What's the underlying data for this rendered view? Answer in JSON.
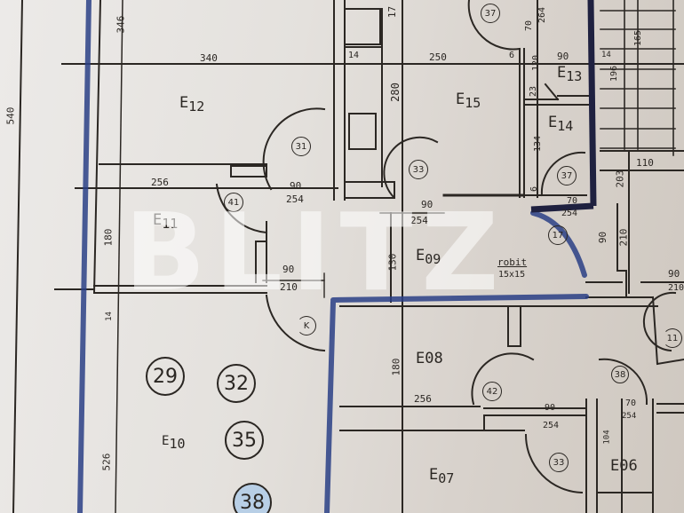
{
  "plan": {
    "rooms": [
      {
        "id": "E12",
        "prefix": "E",
        "num": "12"
      },
      {
        "id": "E11",
        "prefix": "E",
        "num": "11"
      },
      {
        "id": "E10",
        "prefix": "E",
        "num": "10"
      },
      {
        "id": "E09",
        "prefix": "E",
        "num": "09"
      },
      {
        "id": "E08",
        "prefix": "E",
        "num": "08"
      },
      {
        "id": "E07",
        "prefix": "E",
        "num": "07"
      },
      {
        "id": "E06",
        "prefix": "E",
        "num": "06"
      },
      {
        "id": "E13",
        "prefix": "E",
        "num": "13"
      },
      {
        "id": "E14",
        "prefix": "E",
        "num": "14"
      },
      {
        "id": "E15",
        "prefix": "E",
        "num": "15"
      }
    ],
    "dimensions": {
      "d540": "540",
      "d346": "346",
      "d340": "340",
      "d256a": "256",
      "d254a": "254",
      "d90a": "90",
      "d180": "180",
      "d90b": "90",
      "d210a": "210",
      "d14a": "14",
      "d526": "526",
      "d17": "17",
      "d14b": "14",
      "d250": "250",
      "d280": "280",
      "d6a": "6",
      "d90c": "90",
      "d120": "120",
      "d23": "23",
      "d134": "134",
      "d6b": "6",
      "d70a": "70",
      "d254b": "254",
      "d90d": "90",
      "d254c": "254",
      "d130": "130",
      "d264": "264",
      "d70b": "70",
      "d14c": "14",
      "d196": "196",
      "d165": "165",
      "d110": "110",
      "d203": "203",
      "d90e": "90",
      "d210b": "210",
      "d90f": "90",
      "d210c": "210",
      "d180b": "180",
      "d256b": "256",
      "d90g": "90",
      "d254d": "254",
      "d70c": "70",
      "d254e": "254",
      "d104": "104"
    },
    "annotation": {
      "line1": "robit",
      "line2": "15x15"
    },
    "door_marks": [
      "31",
      "41",
      "33",
      "37",
      "37",
      "17",
      "42",
      "38",
      "33",
      "K",
      "11"
    ],
    "big_marks": [
      "29",
      "32",
      "35",
      "38"
    ],
    "watermark": "BLITZ"
  }
}
